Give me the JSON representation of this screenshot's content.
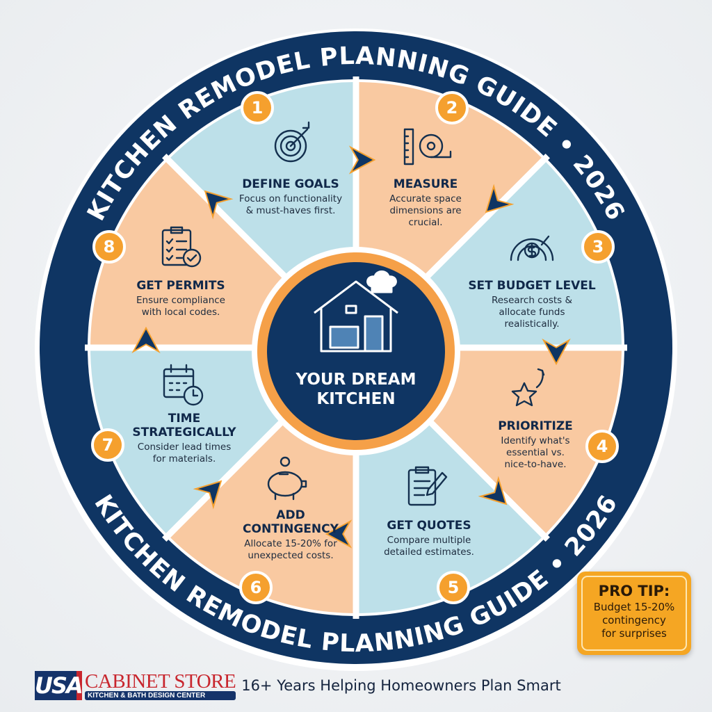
{
  "ring_title": "KITCHEN REMODEL PLANNING GUIDE • 2026",
  "center": {
    "line1": "YOUR DREAM",
    "line2": "KITCHEN",
    "icon": "house-chef-hat-icon"
  },
  "colors": {
    "navy": "#0f3563",
    "blue": "#bde0e9",
    "peach": "#f9c9a1",
    "orange": "#f5a02e"
  },
  "steps": [
    {
      "number": "1",
      "title": [
        "DEFINE GOALS"
      ],
      "desc": [
        "Focus on functionality",
        "& must-haves first."
      ],
      "icon": "target-icon"
    },
    {
      "number": "2",
      "title": [
        "MEASURE"
      ],
      "desc": [
        "Accurate space",
        "dimensions are",
        "crucial."
      ],
      "icon": "ruler-tape-icon"
    },
    {
      "number": "3",
      "title": [
        "SET BUDGET LEVEL"
      ],
      "desc": [
        "Research costs &",
        "allocate funds",
        "realistically."
      ],
      "icon": "gauge-dollar-icon"
    },
    {
      "number": "4",
      "title": [
        "PRIORITIZE"
      ],
      "desc": [
        "Identify what's",
        "essential vs.",
        "nice-to-have."
      ],
      "icon": "star-arrow-icon"
    },
    {
      "number": "5",
      "title": [
        "GET QUOTES"
      ],
      "desc": [
        "Compare multiple",
        "detailed estimates."
      ],
      "icon": "clipboard-pen-icon"
    },
    {
      "number": "6",
      "title": [
        "ADD",
        "CONTINGENCY"
      ],
      "desc": [
        "Allocate 15-20% for",
        "unexpected costs."
      ],
      "icon": "piggy-bank-icon"
    },
    {
      "number": "7",
      "title": [
        "TIME",
        "STRATEGICALLY"
      ],
      "desc": [
        "Consider lead times",
        "for materials."
      ],
      "icon": "calendar-clock-icon"
    },
    {
      "number": "8",
      "title": [
        "GET PERMITS"
      ],
      "desc": [
        "Ensure compliance",
        "with local codes."
      ],
      "icon": "checklist-icon"
    }
  ],
  "pro_tip": {
    "title": "PRO TIP:",
    "lines": [
      "Budget 15-20%",
      "contingency",
      "for surprises"
    ]
  },
  "footer": {
    "logo_mark": "USA",
    "logo_name": "CABINET STORE",
    "logo_sub": "KITCHEN & BATH DESIGN CENTER",
    "tagline": "16+ Years Helping Homeowners Plan Smart"
  }
}
